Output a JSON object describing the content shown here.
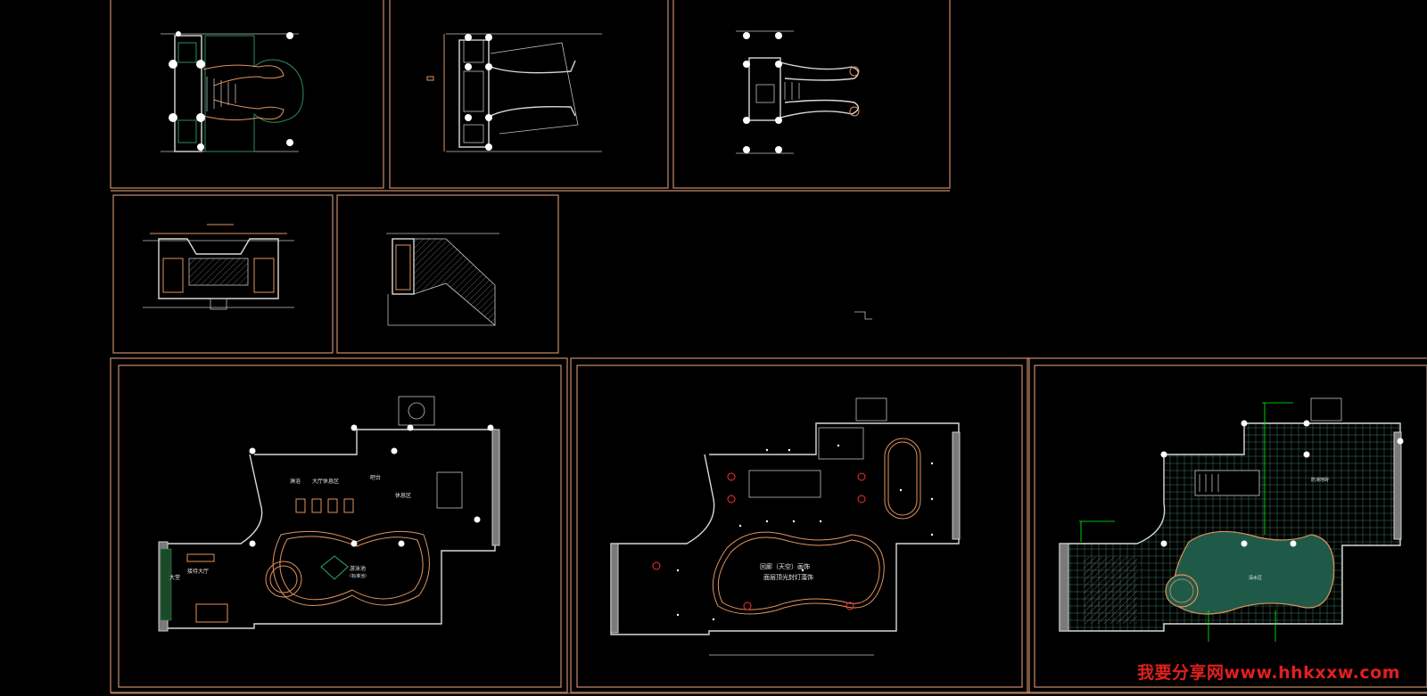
{
  "watermark": "我要分享网www.hhkxxw.com",
  "labels": {
    "plan1_lobby": "大堂",
    "plan1_reception": "接待大厅",
    "plan1_pool": "游泳池",
    "plan1_pool_sub": "（标准池）",
    "plan1_bar": "吧台",
    "plan1_rest": "休息区",
    "plan1_shower": "淋浴",
    "plan1_lounge": "大厅休息区",
    "plan2_title": "回廊（天空）画饰",
    "plan2_subtitle": "面层顶光封灯藻饰",
    "plan3_deep": "深水区",
    "plan3_floor": "防滑地砖"
  },
  "colors": {
    "background": "#000000",
    "frame": "#c98c6a",
    "wall": "#d9d9d9",
    "pool_fill": "#1f5a48",
    "annotation_green": "#00ff00",
    "watermark": "#e02020"
  }
}
